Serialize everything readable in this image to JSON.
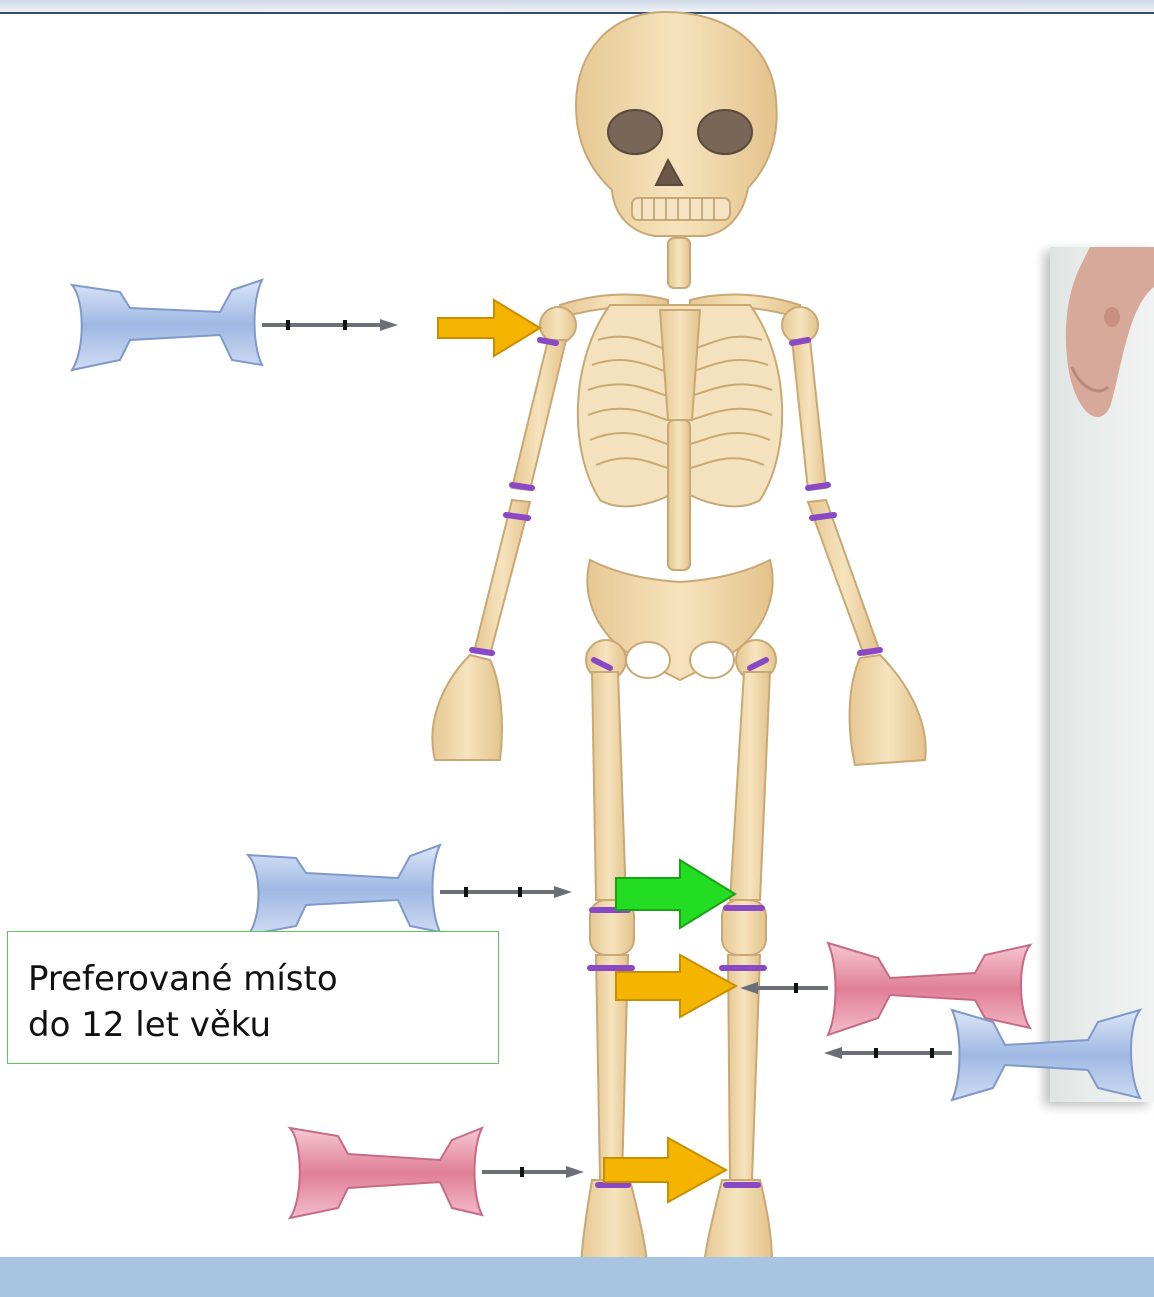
{
  "annotation": {
    "line1": "Preferované místo",
    "line2": "do 12 let věku"
  },
  "colors": {
    "bone": "#efd8ab",
    "bone_outline": "#c9a873",
    "joint_marker": "#8a49c4",
    "arrow_orange": "#f5b400",
    "arrow_green": "#22dd22",
    "needle_blue": "#a9c0e8",
    "needle_pink": "#e88fa3",
    "label_border": "#58c85a",
    "header_rule": "#2f4d77",
    "footer_band": "#a9c4e0"
  },
  "arrows": [
    {
      "name": "arrow-proximal-humerus",
      "color": "orange"
    },
    {
      "name": "arrow-distal-femur",
      "color": "green"
    },
    {
      "name": "arrow-proximal-tibia",
      "color": "orange"
    },
    {
      "name": "arrow-distal-tibia",
      "color": "orange"
    }
  ],
  "needles": [
    {
      "name": "needle-blue-humerus",
      "color": "blue"
    },
    {
      "name": "needle-blue-femur",
      "color": "blue"
    },
    {
      "name": "needle-pink-tibia",
      "color": "pink"
    },
    {
      "name": "needle-blue-tibia",
      "color": "blue"
    },
    {
      "name": "needle-pink-ankle",
      "color": "pink"
    }
  ]
}
